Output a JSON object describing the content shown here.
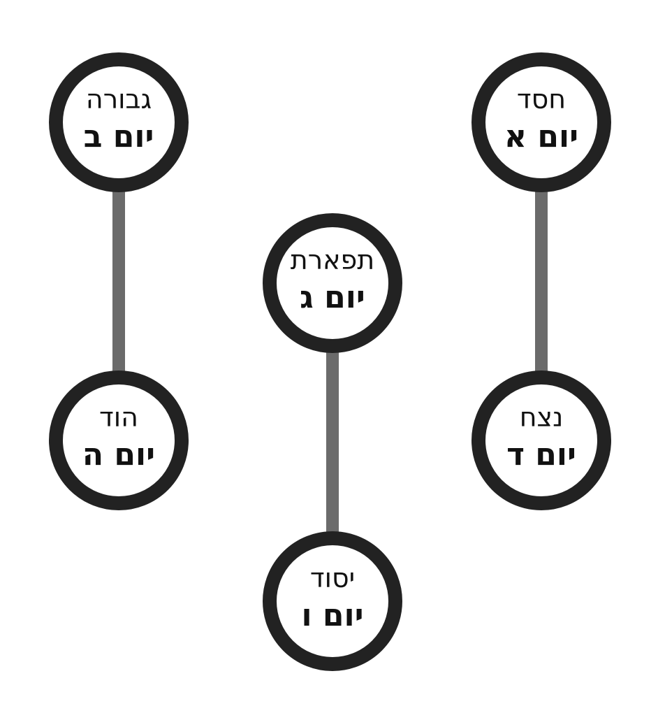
{
  "colors": {
    "circle_border": "#222222",
    "connector": "#6b6b6b",
    "text": "#111111",
    "background": "#ffffff"
  },
  "nodes": {
    "chesed": {
      "name": "חסד",
      "day": "יום א"
    },
    "gevurah": {
      "name": "גבורה",
      "day": "יום ב"
    },
    "tiferet": {
      "name": "תפארת",
      "day": "יום ג"
    },
    "netzach": {
      "name": "נצח",
      "day": "יום ד"
    },
    "hod": {
      "name": "הוד",
      "day": "יום ה"
    },
    "yesod": {
      "name": "יסוד",
      "day": "יום ו"
    }
  }
}
